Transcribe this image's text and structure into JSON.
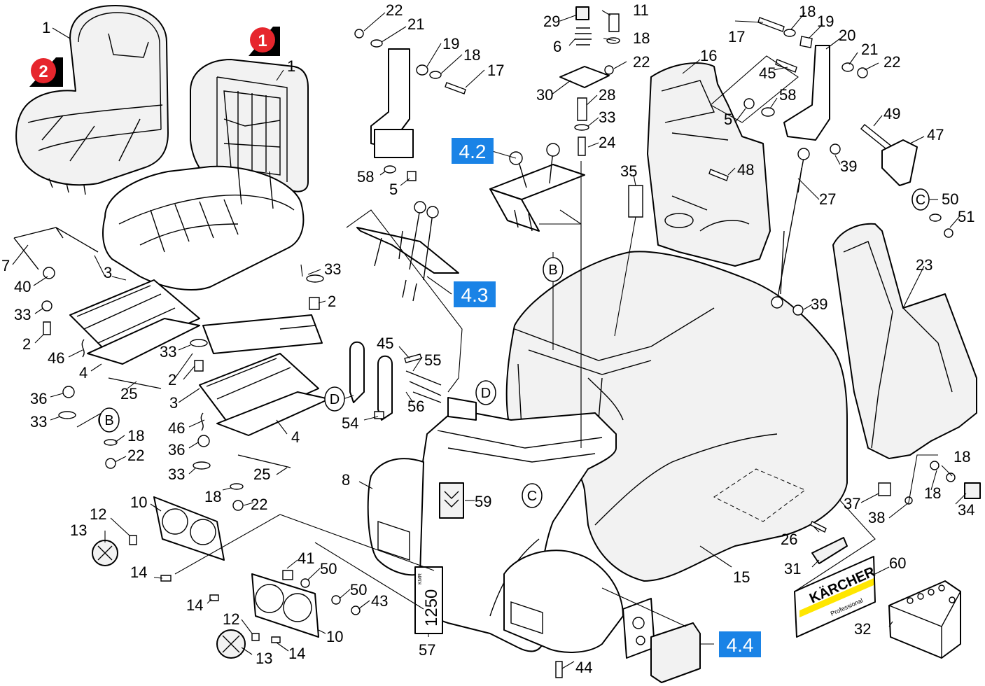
{
  "callouts": {
    "seat_variant_1": "1",
    "seat_variant_2": "2",
    "ref_4_2": "4.2",
    "ref_4_3": "4.3",
    "ref_4_4": "4.4"
  },
  "circle_letters": {
    "b_console": "B",
    "b_left": "B",
    "c_front": "C",
    "c_right": "C",
    "d_left": "D",
    "d_mid": "D"
  },
  "sticker": {
    "brand": "KÄRCHER",
    "subtitle": "Professional",
    "model": "1250",
    "model_small": "KMR"
  },
  "labels": {
    "l1a": "1",
    "l1b": "1",
    "l3a": "3",
    "l3b": "3",
    "l4a": "4",
    "l4b": "4",
    "l7": "7",
    "l40": "40",
    "l33a": "33",
    "l2a": "2",
    "l46a": "46",
    "l25a": "25",
    "l36a": "36",
    "l33b": "33",
    "l18a": "18",
    "l22a": "22",
    "l33c": "33",
    "l2b": "2",
    "l33d": "33",
    "l2c": "2",
    "l46b": "46",
    "l36b": "36",
    "l33e": "33",
    "l25b": "25",
    "l18b": "18",
    "l22b": "22",
    "l10a": "10",
    "l12a": "12",
    "l13a": "13",
    "l14a": "14",
    "l41": "41",
    "l50a": "50",
    "l50b": "50",
    "l43": "43",
    "l14b": "14",
    "l12b": "12",
    "l13b": "13",
    "l14c": "14",
    "l10b": "10",
    "l57": "57",
    "l8": "8",
    "l59": "59",
    "l22c": "22",
    "l21a": "21",
    "l19a": "19",
    "l18c": "18",
    "l17a": "17",
    "l58a": "58",
    "l5a": "5",
    "l45a": "45",
    "l55": "55",
    "l54": "54",
    "l56": "56",
    "l29": "29",
    "l11": "11",
    "l6": "6",
    "l18d": "18",
    "l22d": "22",
    "l30": "30",
    "l28": "28",
    "l33f": "33",
    "l24": "24",
    "l35": "35",
    "l44": "44",
    "l18e": "18",
    "l19b": "19",
    "l17b": "17",
    "l20": "20",
    "l21b": "21",
    "l22e": "22",
    "l16": "16",
    "l45b": "45",
    "l58b": "58",
    "l5b": "5",
    "l48": "48",
    "l39a": "39",
    "l27": "27",
    "l49": "49",
    "l47": "47",
    "l50c": "50",
    "l51": "51",
    "l39b": "39",
    "l23": "23",
    "l15": "15",
    "l26": "26",
    "l31": "31",
    "l60": "60",
    "l32": "32",
    "l37": "37",
    "l38": "38",
    "l18f": "18",
    "l18g": "18",
    "l34": "34"
  }
}
